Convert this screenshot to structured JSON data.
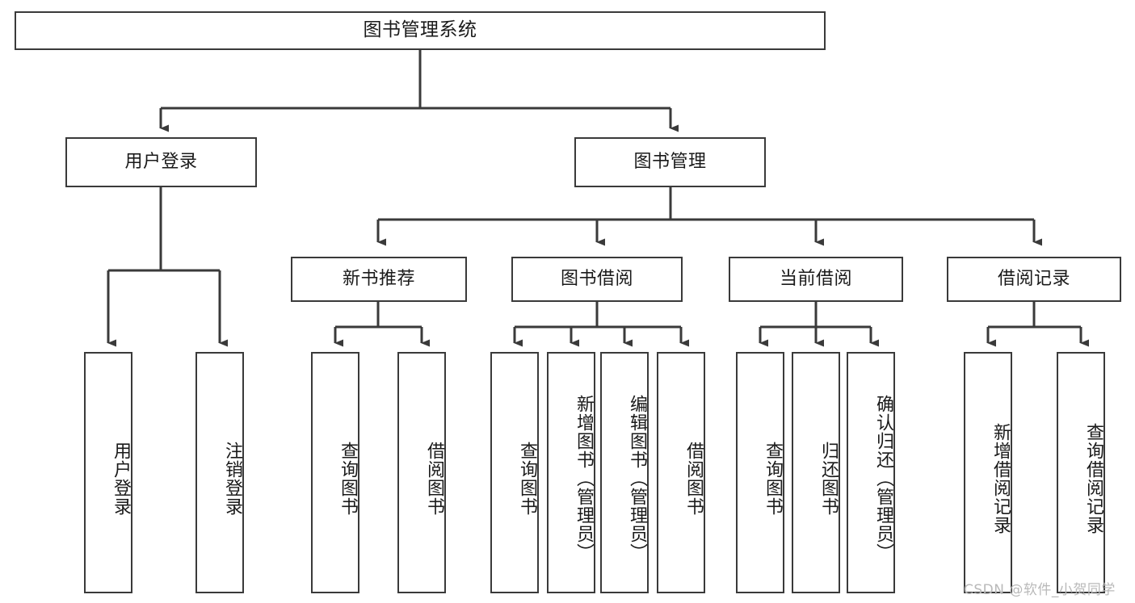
{
  "diagram": {
    "type": "tree",
    "title": "图书管理系统",
    "watermark": "CSDN @软件_小贺同学",
    "colors": {
      "stroke": "#3a3a3a",
      "fill": "#ffffff",
      "text": "#1a1a1a",
      "watermark": "#b9b9b9"
    },
    "nodes": {
      "root": "图书管理系统",
      "level2": [
        "用户登录",
        "图书管理"
      ],
      "level3": [
        "新书推荐",
        "图书借阅",
        "当前借阅",
        "借阅记录"
      ],
      "leaves_user_login": [
        "用户登录",
        "注销登录"
      ],
      "leaves_new_book": [
        "查询图书",
        "借阅图书"
      ],
      "leaves_borrow": [
        "查询图书",
        "新增图书（管理员）",
        "编辑图书（管理员）",
        "借阅图书"
      ],
      "leaves_current": [
        "查询图书",
        "归还图书",
        "确认归还（管理员）"
      ],
      "leaves_record": [
        "新增借阅记录",
        "查询借阅记录"
      ]
    }
  }
}
